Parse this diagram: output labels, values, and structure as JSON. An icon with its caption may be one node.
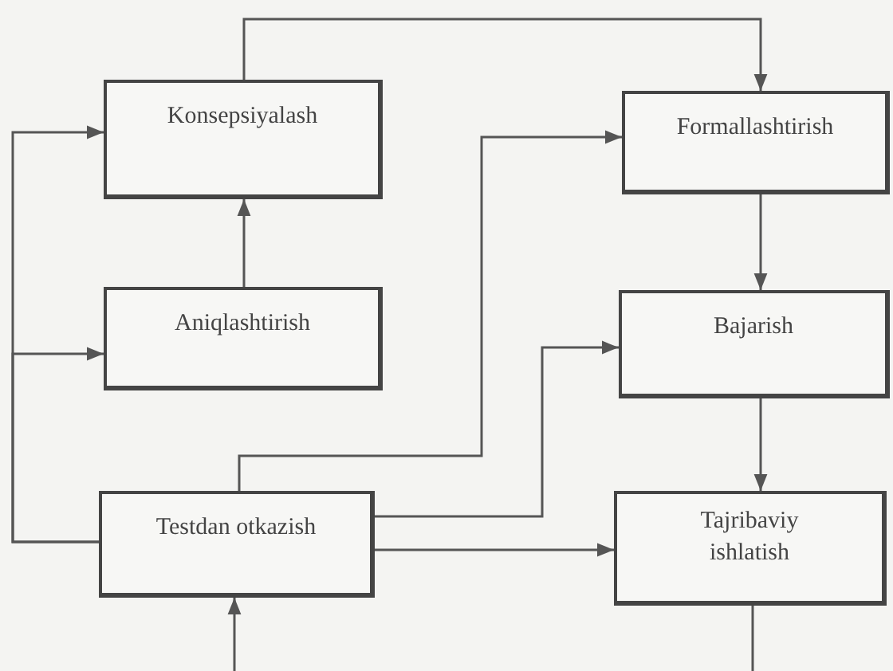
{
  "diagram": {
    "nodes": [
      {
        "text": [
          "Konsepsiyalash"
        ]
      },
      {
        "text": [
          "Formallashtirish"
        ]
      },
      {
        "text": [
          "Aniqlashtirish"
        ]
      },
      {
        "text": [
          "Bajarish"
        ]
      },
      {
        "text": [
          "Testdan otkazish"
        ]
      },
      {
        "text": [
          "Tajribaviy ishlatish"
        ]
      }
    ],
    "edges": [
      {
        "from": 0,
        "to": 1,
        "arrow": "to"
      },
      {
        "from": 2,
        "to": 0,
        "arrow": "to"
      },
      {
        "from": 1,
        "to": 3,
        "arrow": "to"
      },
      {
        "from": 3,
        "to": 5,
        "arrow": "to"
      },
      {
        "from": 4,
        "to": 0,
        "arrow": "to"
      },
      {
        "from": 4,
        "to": 2,
        "arrow": "to"
      },
      {
        "from": 4,
        "to": 1,
        "arrow": "to"
      },
      {
        "from": 4,
        "to": 3,
        "arrow": "to"
      },
      {
        "from": 4,
        "to": 5,
        "arrow": "to"
      },
      {
        "from": 5,
        "to": null,
        "arrow": "none"
      },
      {
        "from": null,
        "to": 4,
        "arrow": "to"
      }
    ]
  }
}
